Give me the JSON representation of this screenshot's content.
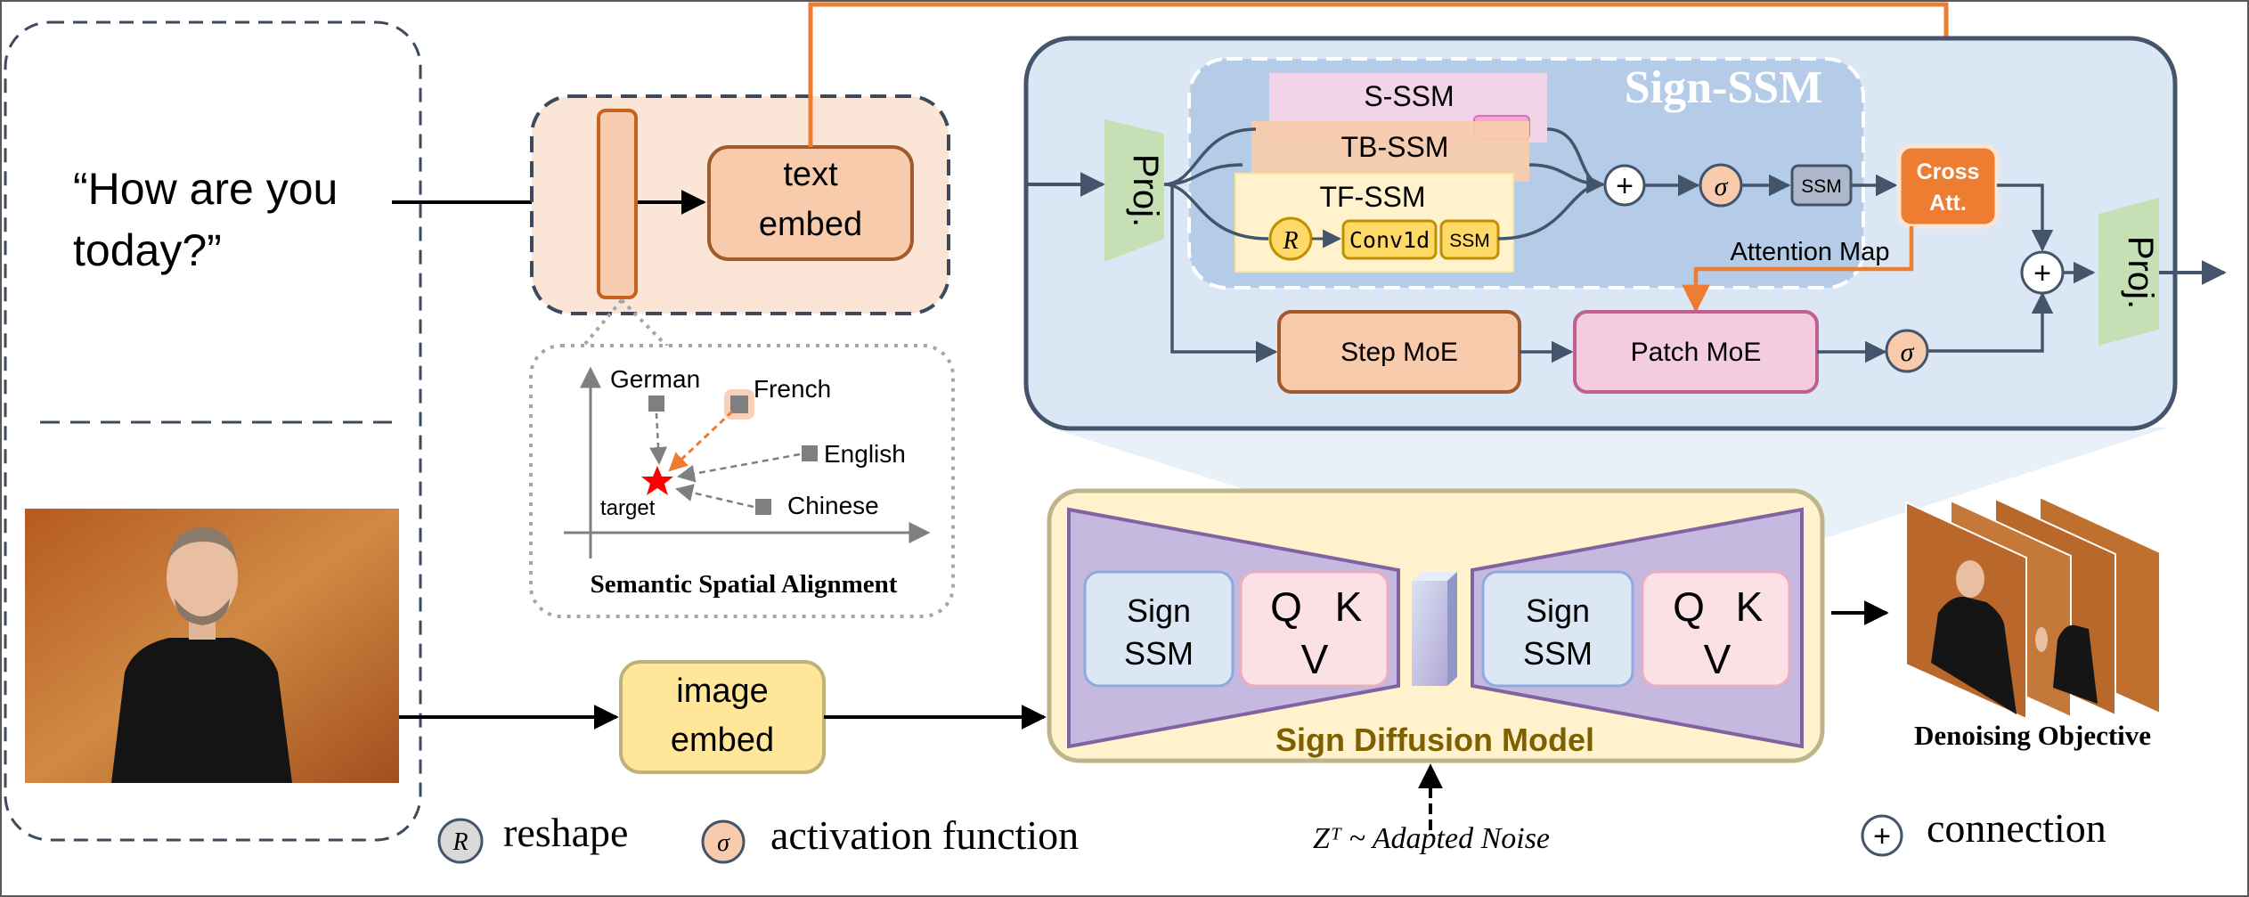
{
  "input": {
    "quote_line1": "“How are you",
    "quote_line2": "today?”"
  },
  "text_embed": {
    "line1": "text",
    "line2": "embed"
  },
  "image_embed": {
    "line1": "image",
    "line2": "embed"
  },
  "alignment": {
    "title": "Semantic Spatial Alignment",
    "languages": [
      "German",
      "French",
      "English",
      "Chinese"
    ],
    "target_label": "target"
  },
  "sign_ssm": {
    "title": "Sign-SSM",
    "proj_in": "Proj.",
    "proj_out": "Proj.",
    "branches": [
      "S-SSM",
      "TB-SSM",
      "TF-SSM"
    ],
    "conv_label": "Conv1d",
    "ssm_label": "SSM",
    "reshape_symbol": "R",
    "sigma_symbol": "σ",
    "plus_symbol": "+",
    "small_ssm": "SSM",
    "cross_att_line1": "Cross",
    "cross_att_line2": "Att.",
    "attention_map": "Attention Map",
    "step_moe": "Step MoE",
    "patch_moe": "Patch MoE"
  },
  "diffusion": {
    "title": "Sign Diffusion Model",
    "sign_line1": "Sign",
    "sign_line2": "SSM",
    "qkv_q": "Q",
    "qkv_k": "K",
    "qkv_v": "V",
    "noise_label": "Zᵀ ~ Adapted Noise"
  },
  "output": {
    "caption": "Denoising Objective"
  },
  "legend": {
    "reshape_symbol": "R",
    "reshape": "reshape",
    "sigma_symbol": "σ",
    "activation": "activation function",
    "plus_symbol": "+",
    "connection": "connection"
  },
  "colors": {
    "navy": "#3d4a5c",
    "orange": "#ed7d31",
    "ssm_panel": "#dbe7f4",
    "yellow_fill": "#ffe699",
    "peach": "#f8cbad"
  }
}
